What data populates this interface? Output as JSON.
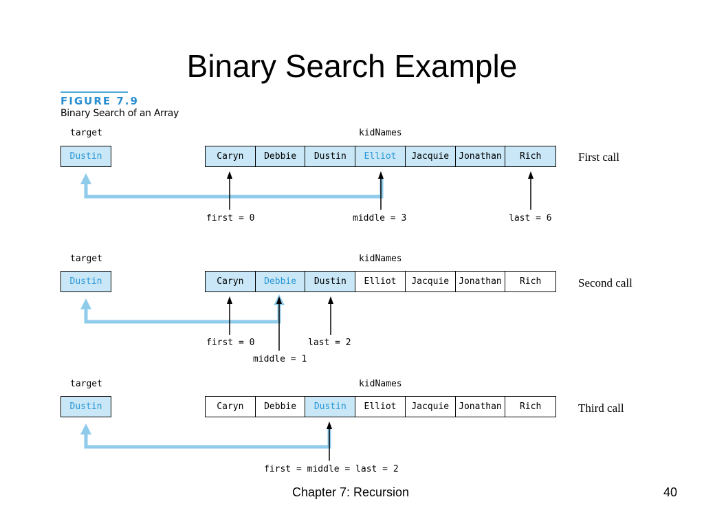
{
  "slide": {
    "title": "Binary Search Example",
    "footer": "Chapter 7: Recursion",
    "page_number": "40"
  },
  "figure": {
    "label": "FIGURE 7.9",
    "caption": "Binary Search of an Array",
    "accent_color": "#2a98d6",
    "highlight_color": "#c9e7f6"
  },
  "array_values": [
    "Caryn",
    "Debbie",
    "Dustin",
    "Elliot",
    "Jacquie",
    "Jonathan",
    "Rich"
  ],
  "panels": [
    {
      "target_label": "target",
      "array_label": "kidNames",
      "target_value": "Dustin",
      "call_label": "First call",
      "highlighted_range": [
        0,
        6
      ],
      "middle_index": 3,
      "pointers": [
        "first = 0",
        "middle = 3",
        "last = 6"
      ]
    },
    {
      "target_label": "target",
      "array_label": "kidNames",
      "target_value": "Dustin",
      "call_label": "Second call",
      "highlighted_range": [
        0,
        2
      ],
      "middle_index": 1,
      "pointers": [
        "first = 0",
        "middle = 1",
        "last = 2"
      ]
    },
    {
      "target_label": "target",
      "array_label": "kidNames",
      "target_value": "Dustin",
      "call_label": "Third call",
      "highlighted_range": [
        2,
        2
      ],
      "middle_index": 2,
      "pointers": [
        "first = middle = last = 2"
      ]
    }
  ]
}
